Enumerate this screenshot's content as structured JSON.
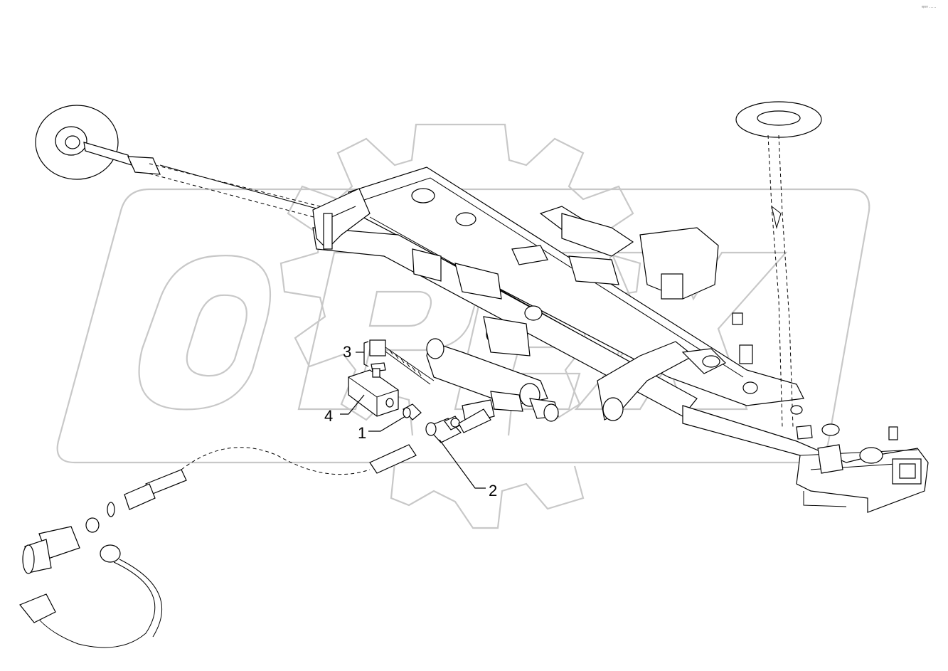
{
  "diagram": {
    "callouts": [
      {
        "id": "1",
        "label": "1"
      },
      {
        "id": "2",
        "label": "2"
      },
      {
        "id": "3",
        "label": "3"
      },
      {
        "id": "4",
        "label": "4"
      }
    ],
    "watermark_text": "OPEX",
    "corner_mark": "ᵉᵖᵉˣ ·····"
  }
}
